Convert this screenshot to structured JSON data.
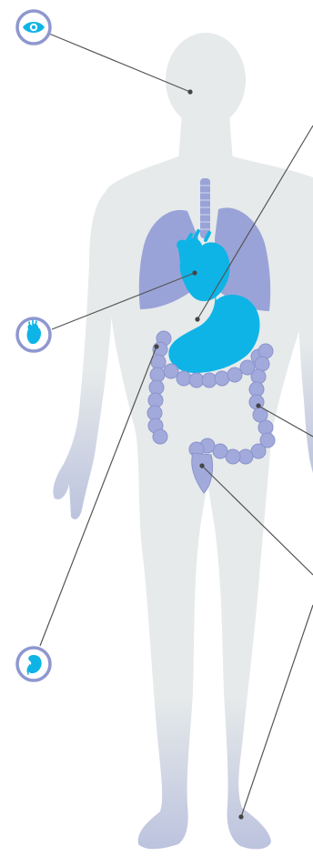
{
  "colors": {
    "background": "#ffffff",
    "body_fill": "#e6eaea",
    "body_fade": "#bcc3de",
    "lung_fill": "#9aa3d8",
    "organ_highlight": "#0fb4e6",
    "intestine_fill": "#a2aadc",
    "intestine_stroke": "#8a93cc",
    "leader_line": "#555555",
    "badge_ring": "#8e97cf",
    "badge_fill": "#ffffff",
    "badge_icon": "#0fb4e6"
  },
  "badges": [
    {
      "name": "eye-badge",
      "icon": "eye-icon",
      "organ": "head"
    },
    {
      "name": "heart-badge",
      "icon": "heart-icon",
      "organ": "heart"
    },
    {
      "name": "kidney-badge",
      "icon": "kidney-icon",
      "organ": "ascending-colon"
    }
  ],
  "offscreen_targets": [
    {
      "name": "stomach-leader",
      "organ": "stomach"
    },
    {
      "name": "colon-leader",
      "organ": "descending-colon"
    },
    {
      "name": "foot-leader",
      "organ": "foot"
    }
  ]
}
